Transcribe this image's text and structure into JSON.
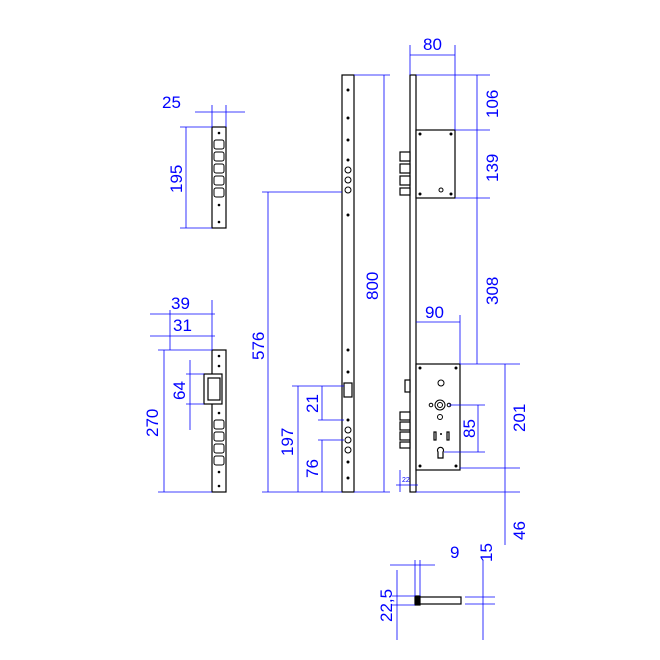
{
  "drawing": {
    "colors": {
      "dimension": "#0000ff",
      "outline": "#000000"
    },
    "dimensions": {
      "top_width": "80",
      "top_to_lock1": "106",
      "lock1_height": "139",
      "between_locks": "308",
      "lock2_backset": "90",
      "lock2_height": "201",
      "cylinder_center": "85",
      "bottom_offset": "46",
      "faceplate_thickness": "22",
      "strip_length": "800",
      "strip_to_upper": "576",
      "strip_to_lower": "197",
      "latch_gap": "21",
      "lower_hooks": "76",
      "keeper_top_width": "25",
      "keeper_top_length": "195",
      "keeper_main_width_outer": "39",
      "keeper_main_width_inner": "31",
      "keeper_latch_opening": "64",
      "keeper_main_length": "270",
      "pin_head": "9",
      "pin_offset": "15",
      "pin_diameter": "22,5"
    }
  }
}
